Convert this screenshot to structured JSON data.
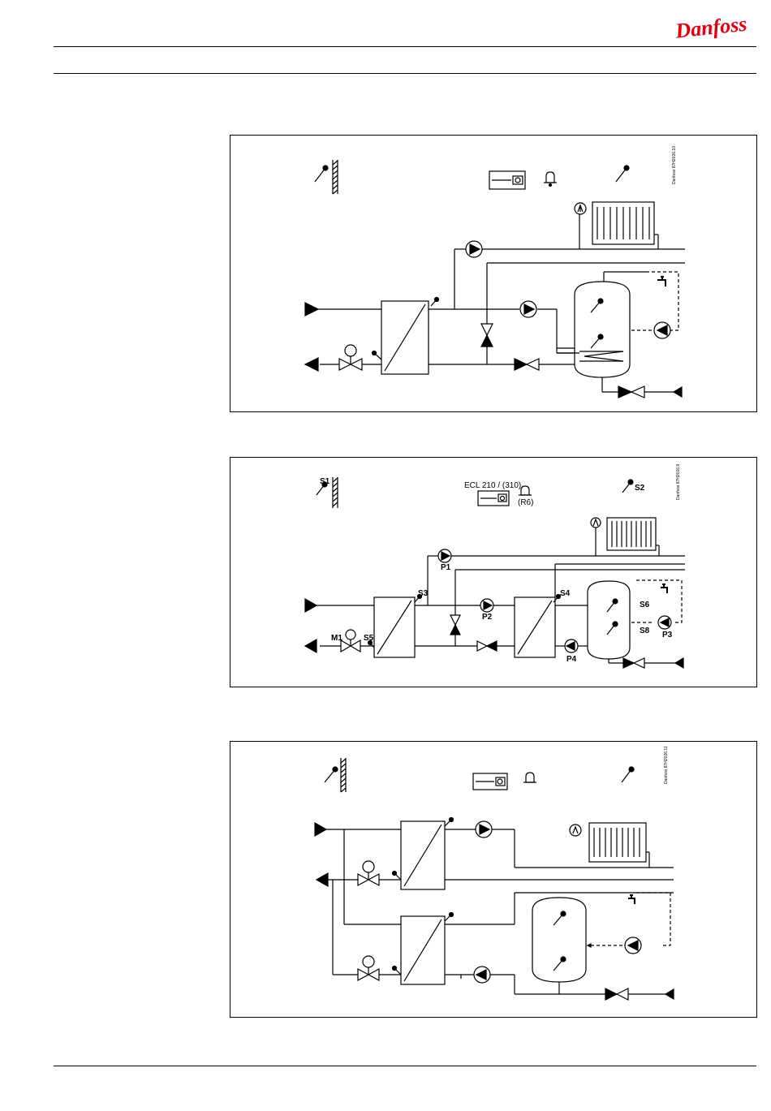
{
  "brand": {
    "logo_text": "Danfoss",
    "accent_color": "#e2000f"
  },
  "diagram1": {
    "drawing_number": "Danfoss 87H2026.10"
  },
  "diagram2": {
    "drawing_number": "Danfoss 87H2016.9",
    "controller_label": "ECL 210 / (310)",
    "alarm_label": "(R6)",
    "labels": {
      "s1": "S1",
      "s2": "S2",
      "s3": "S3",
      "s4": "S4",
      "s5": "S5",
      "s6": "S6",
      "s8": "S8",
      "p1": "P1",
      "p2": "P2",
      "p3": "P3",
      "p4": "P4",
      "m1": "M1"
    }
  },
  "diagram3": {
    "drawing_number": "Danfoss 87H2026.11"
  }
}
